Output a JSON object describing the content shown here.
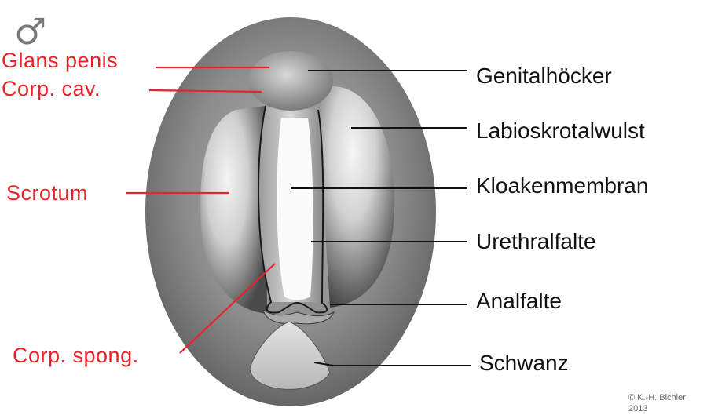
{
  "symbol": "♂",
  "left_labels": {
    "glans_penis": "Glans penis",
    "corp_cav": "Corp. cav.",
    "scrotum": "Scrotum",
    "corp_spong": "Corp. spong."
  },
  "right_labels": {
    "genitalhoecker": "Genitalhöcker",
    "labioskrotalwulst": "Labioskrotalwulst",
    "kloakenmembran": "Kloakenmembran",
    "urethralfalte": "Urethralfalte",
    "analfalte": "Analfalte",
    "schwanz": "Schwanz"
  },
  "copyright": {
    "line1": "© K.-H. Bichler",
    "line2": "2013"
  },
  "colors": {
    "left_label_color": "#e8232a",
    "right_label_color": "#111111"
  }
}
